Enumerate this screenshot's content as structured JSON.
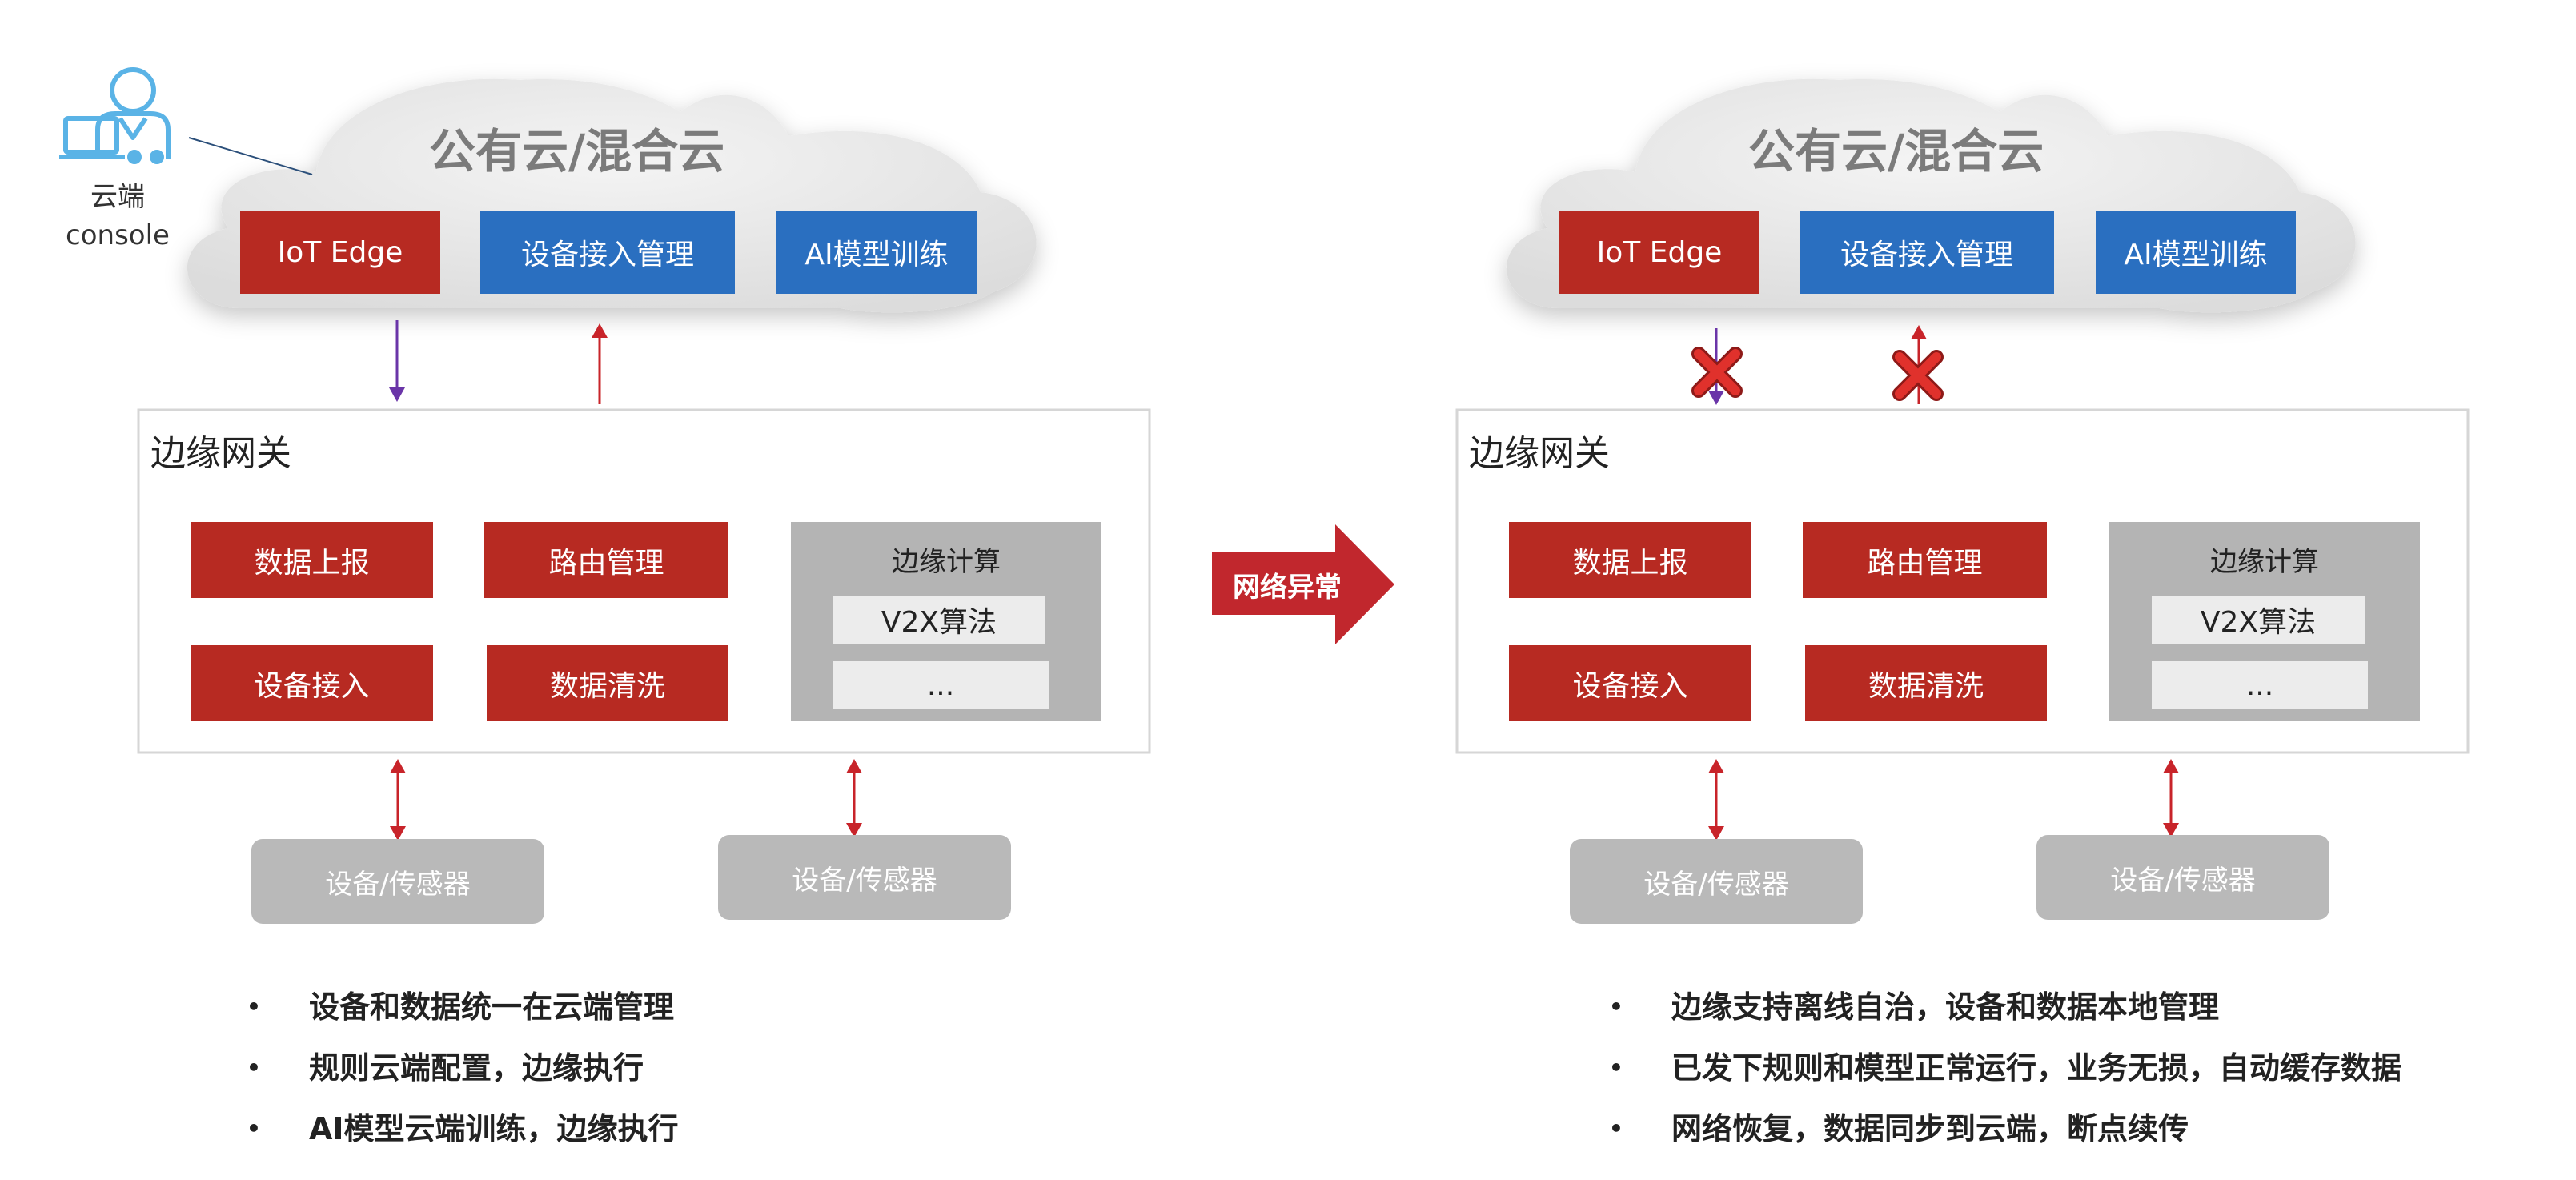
{
  "colors": {
    "red": "#b72a22",
    "blue": "#2a6fc0",
    "gray": "#b4b4b4",
    "arrow_red": "#c8242a",
    "arrow_purple": "#6a35a8",
    "cloud": "#e9e9e9"
  },
  "console": {
    "icon": "user-laptop-icon",
    "line1": "云端",
    "line2": "console"
  },
  "middle_arrow": {
    "label": "网络异常"
  },
  "left": {
    "cloud": {
      "title": "公有云/混合云",
      "boxes": [
        "IoT Edge",
        "设备接入管理",
        "AI模型训练"
      ]
    },
    "gateway": {
      "title": "边缘网关",
      "modules": [
        "数据上报",
        "路由管理",
        "设备接入",
        "数据清洗"
      ],
      "edge_compute": {
        "title": "边缘计算",
        "items": [
          "V2X算法",
          "..."
        ]
      }
    },
    "sensors": [
      "设备/传感器",
      "设备/传感器"
    ],
    "bullets": [
      "设备和数据统一在云端管理",
      "规则云端配置，边缘执行",
      "AI模型云端训练，边缘执行"
    ]
  },
  "right": {
    "cloud": {
      "title": "公有云/混合云",
      "boxes": [
        "IoT Edge",
        "设备接入管理",
        "AI模型训练"
      ]
    },
    "gateway": {
      "title": "边缘网关",
      "modules": [
        "数据上报",
        "路由管理",
        "设备接入",
        "数据清洗"
      ],
      "edge_compute": {
        "title": "边缘计算",
        "items": [
          "V2X算法",
          "..."
        ]
      }
    },
    "sensors": [
      "设备/传感器",
      "设备/传感器"
    ],
    "bullets": [
      "边缘支持离线自治，设备和数据本地管理",
      "已发下规则和模型正常运行，业务无损，自动缓存数据",
      "网络恢复，数据同步到云端，断点续传"
    ]
  },
  "bullet_symbol": "•"
}
